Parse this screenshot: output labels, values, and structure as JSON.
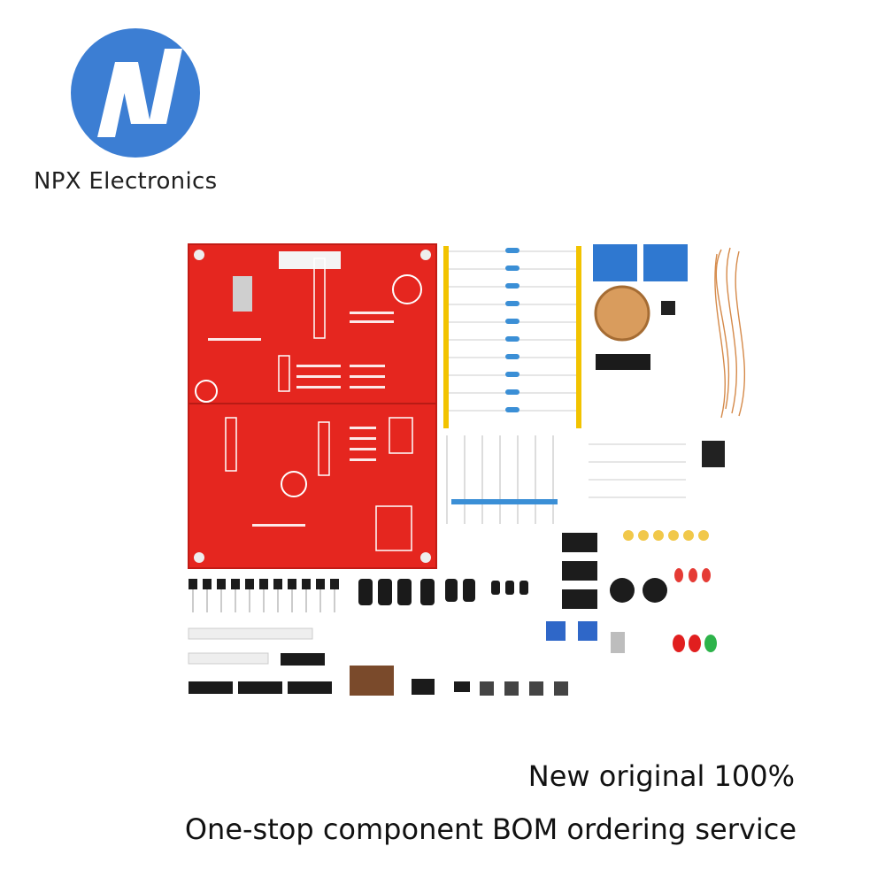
{
  "brand": {
    "name": "NPX Electronics",
    "logo_letter": "N",
    "logo_color": "#3c7ed3"
  },
  "photo": {
    "subject": "DIY electronics kit with red PCB and components",
    "pcb_color": "#e5261f"
  },
  "taglines": {
    "line1": "New original 100%",
    "line2": "One-stop component BOM ordering service"
  }
}
